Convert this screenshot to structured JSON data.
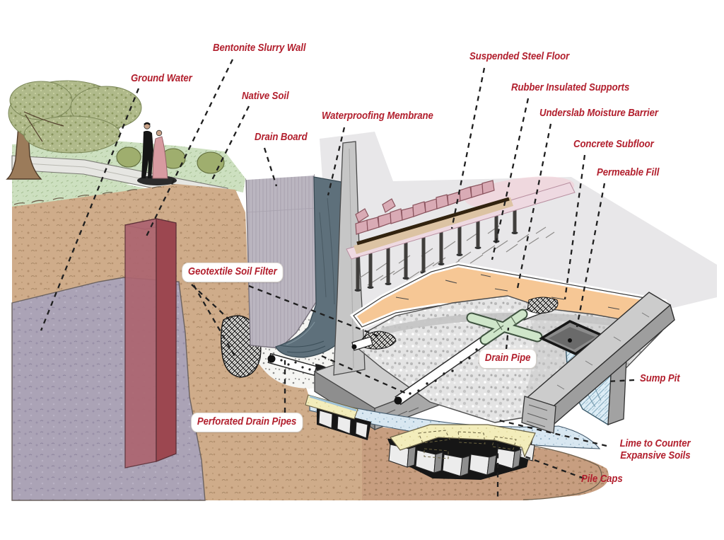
{
  "colors": {
    "label_red": "#b2202e",
    "soil_tan": "#cfac8a",
    "groundwater_purple": "#aba3b6",
    "bentonite_red": "#9c4750",
    "drainboard_gray": "#bfbac3",
    "membrane_slate": "#5e707b",
    "floor_pink": "#eed9e1",
    "subfloor_orange": "#f6c795",
    "permeable_gray": "#e4e4e4",
    "lime_blue": "#d8e7f1",
    "pilecap_yellow": "#f3edbb",
    "sump_blue": "#ddedf6"
  },
  "labels": {
    "ground_water": "Ground Water",
    "bentonite_slurry_wall": "Bentonite Slurry Wall",
    "native_soil": "Native Soil",
    "drain_board": "Drain Board",
    "waterproofing_membrane": "Waterproofing Membrane",
    "suspended_steel_floor": "Suspended Steel Floor",
    "rubber_insulated_supports": "Rubber Insulated Supports",
    "underslab_moisture_barrier": "Underslab Moisture Barrier",
    "concrete_subfloor": "Concrete Subfloor",
    "permeable_fill": "Permeable Fill",
    "geotextile_soil_filter": "Geotextile Soil Filter",
    "drain_pipe": "Drain Pipe",
    "sump_pit": "Sump Pit",
    "perforated_drain_pipes": "Perforated Drain Pipes",
    "lime_to_counter": "Lime to Counter\nExpansive Soils",
    "pile_caps": "Pile Caps"
  }
}
